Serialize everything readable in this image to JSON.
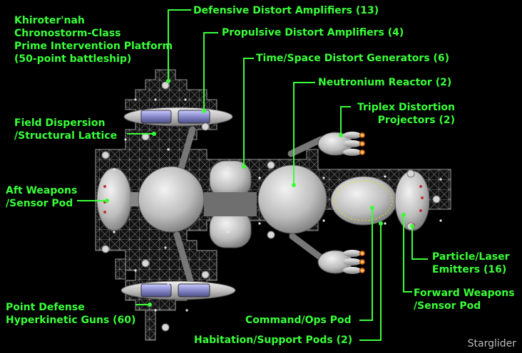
{
  "title_block": [
    "Khiroter'nah",
    "Chronostorm-Class",
    "Prime Intervention Platform",
    "(50-point battleship)"
  ],
  "labels": {
    "defensive": "Defensive Distort Amplifiers (13)",
    "propulsive": "Propulsive Distort Amplifiers (4)",
    "timespace": "Time/Space Distort Generators (6)",
    "reactor": "Neutronium Reactor (2)",
    "triplex": [
      "Triplex Distortion",
      "Projectors (2)"
    ],
    "field": [
      "Field Dispersion",
      "/Structural Lattice"
    ],
    "aft": [
      "Aft Weapons",
      "/Sensor Pod"
    ],
    "particle": [
      "Particle/Laser",
      "Emitters (16)"
    ],
    "forward": [
      "Forward Weapons",
      "/Sensor Pod"
    ],
    "pointdef": [
      "Point Defense",
      "Hyperkinetic Guns (60)"
    ],
    "command": "Command/Ops Pod",
    "habitation": "Habitation/Support Pods (2)"
  },
  "signature": "Starglider",
  "colors": {
    "label": "#39ff39",
    "lattice": "#8c8c8c",
    "hull": "#cfcfcf",
    "amplifier": "#8a8ccc",
    "background": "#000000"
  }
}
